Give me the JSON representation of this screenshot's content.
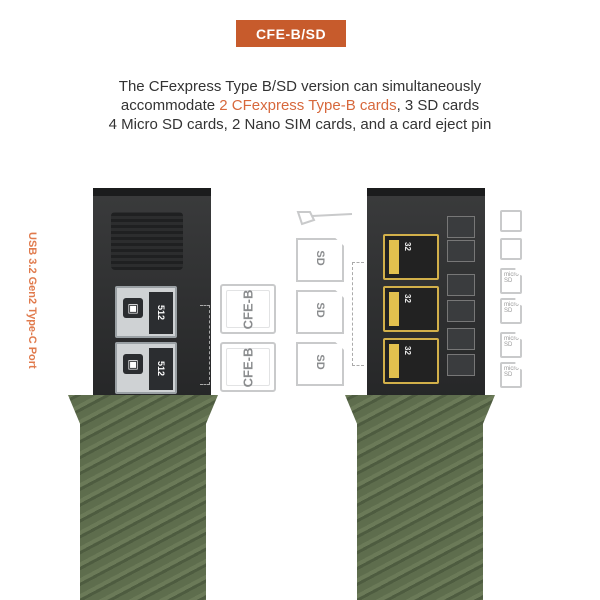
{
  "badge": {
    "label": "CFE-B/SD"
  },
  "description": {
    "line1": "The CFexpress Type B/SD version can simultaneously",
    "line2_pre": "accommodate ",
    "line2_highlight": "2 CFexpress Type-B cards",
    "line2_post": ", 3 SD cards",
    "line3": "4 Micro SD cards, 2 Nano SIM cards, and a card eject pin"
  },
  "side_label": "USB 3.2 Gen2 Type-C Port",
  "cf_cards": [
    {
      "capacity": "512"
    },
    {
      "capacity": "512"
    }
  ],
  "outline_labels": {
    "cfe": "CFE-B",
    "sd": "SD",
    "micro": "micro SD"
  },
  "sd_loaded": [
    {
      "text": "32"
    },
    {
      "text": "32"
    },
    {
      "text": "32"
    }
  ],
  "colors": {
    "accent": "#c75b2c",
    "highlight": "#d7683c",
    "grip": "#5e6d4d",
    "case": "#2e2f30"
  }
}
